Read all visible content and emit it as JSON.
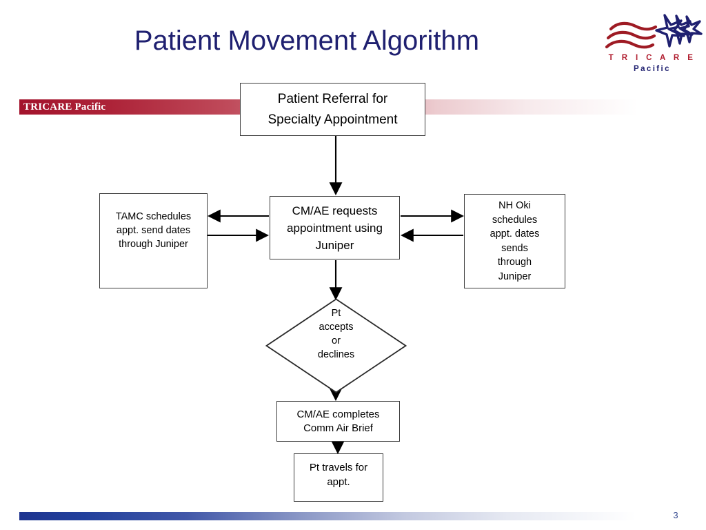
{
  "slide": {
    "title": "Patient Movement Algorithm",
    "page_number": "3",
    "banner_label": "TRICARE Pacific",
    "colors": {
      "title": "#1f2070",
      "banner_red": "#a3132c",
      "footer_blue": "#1e348f",
      "logo_red": "#b01c2e",
      "logo_navy": "#1f2070",
      "node_border": "#3a3a3a"
    }
  },
  "logo": {
    "wordmark": "T R I C A R E",
    "subtitle": "Pacific",
    "mark_name": "tricare-stars-and-stripes-logo"
  },
  "flowchart": {
    "type": "flowchart",
    "nodes": [
      {
        "id": "referral",
        "shape": "rect",
        "text": "Patient Referral for\nSpecialty Appointment"
      },
      {
        "id": "tamc",
        "shape": "rect",
        "text": "TAMC schedules\nappt. send dates\nthrough Juniper"
      },
      {
        "id": "cmae",
        "shape": "rect",
        "text": "CM/AE requests\nappointment using\nJuniper"
      },
      {
        "id": "nhoki",
        "shape": "rect",
        "text": "NH Oki\nschedules\nappt. dates\nsends\nthrough\nJuniper"
      },
      {
        "id": "decision",
        "shape": "diamond",
        "text": "Pt\naccepts\nor\ndeclines"
      },
      {
        "id": "commair",
        "shape": "rect",
        "text": "CM/AE completes\nComm Air Brief"
      },
      {
        "id": "travels",
        "shape": "rect",
        "text": "Pt travels for\nappt."
      }
    ],
    "edges": [
      {
        "from": "referral",
        "to": "cmae",
        "direction": "down"
      },
      {
        "from": "cmae",
        "to": "tamc",
        "direction": "left"
      },
      {
        "from": "tamc",
        "to": "cmae",
        "direction": "right"
      },
      {
        "from": "cmae",
        "to": "nhoki",
        "direction": "right"
      },
      {
        "from": "nhoki",
        "to": "cmae",
        "direction": "left"
      },
      {
        "from": "cmae",
        "to": "decision",
        "direction": "down"
      },
      {
        "from": "decision",
        "to": "commair",
        "direction": "down"
      },
      {
        "from": "commair",
        "to": "travels",
        "direction": "down"
      }
    ]
  }
}
